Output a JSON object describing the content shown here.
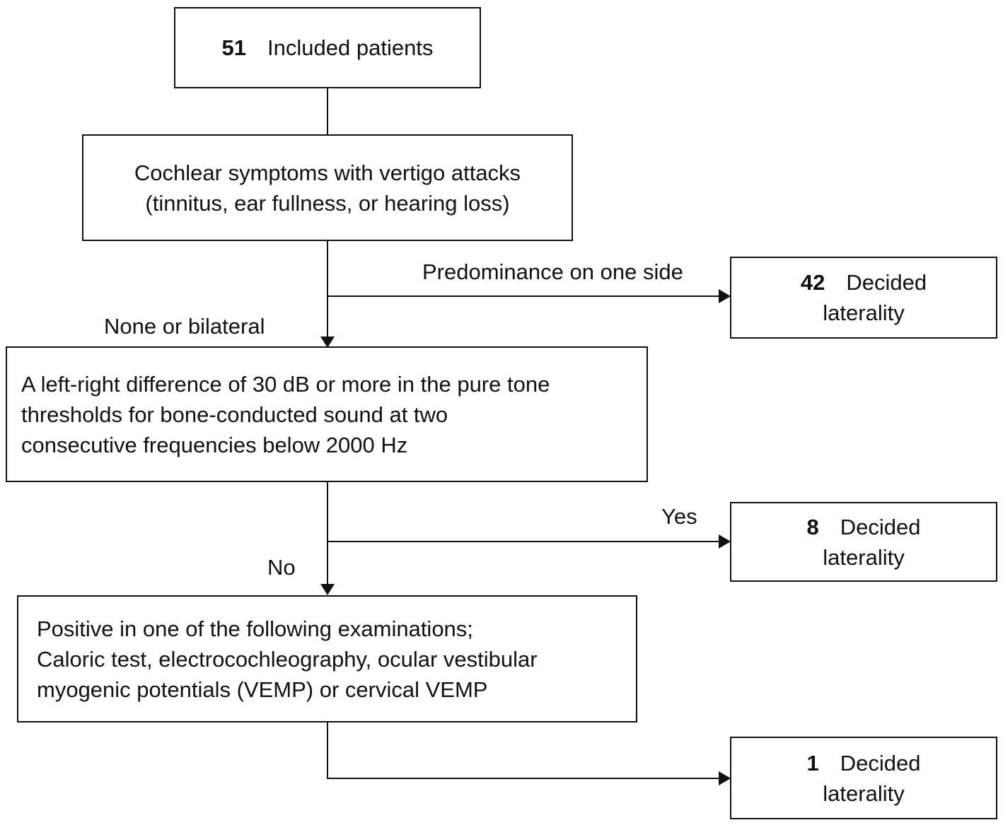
{
  "nodes": {
    "included": {
      "count": "51",
      "text": "Included patients"
    },
    "cochlear": {
      "line1": "Cochlear symptoms with vertigo attacks",
      "line2": "(tinnitus, ear fullness, or hearing loss)"
    },
    "decided1": {
      "count": "42",
      "line1": "Decided",
      "line2": "laterality"
    },
    "difference": {
      "line1": "A left-right difference of 30 dB or more in the pure tone",
      "line2": "thresholds for bone-conducted sound at two",
      "line3": "consecutive frequencies below 2000 Hz"
    },
    "decided2": {
      "count": "8",
      "line1": "Decided",
      "line2": "laterality"
    },
    "examinations": {
      "line1": "Positive in one of the following examinations;",
      "line2": "Caloric test, electrocochleography, ocular vestibular",
      "line3": "myogenic potentials (VEMP) or cervical VEMP"
    },
    "decided3": {
      "count": "1",
      "line1": "Decided",
      "line2": "laterality"
    }
  },
  "edge_labels": {
    "predominance": "Predominance on one side",
    "none_bilateral": "None or bilateral",
    "yes": "Yes",
    "no": "No"
  }
}
